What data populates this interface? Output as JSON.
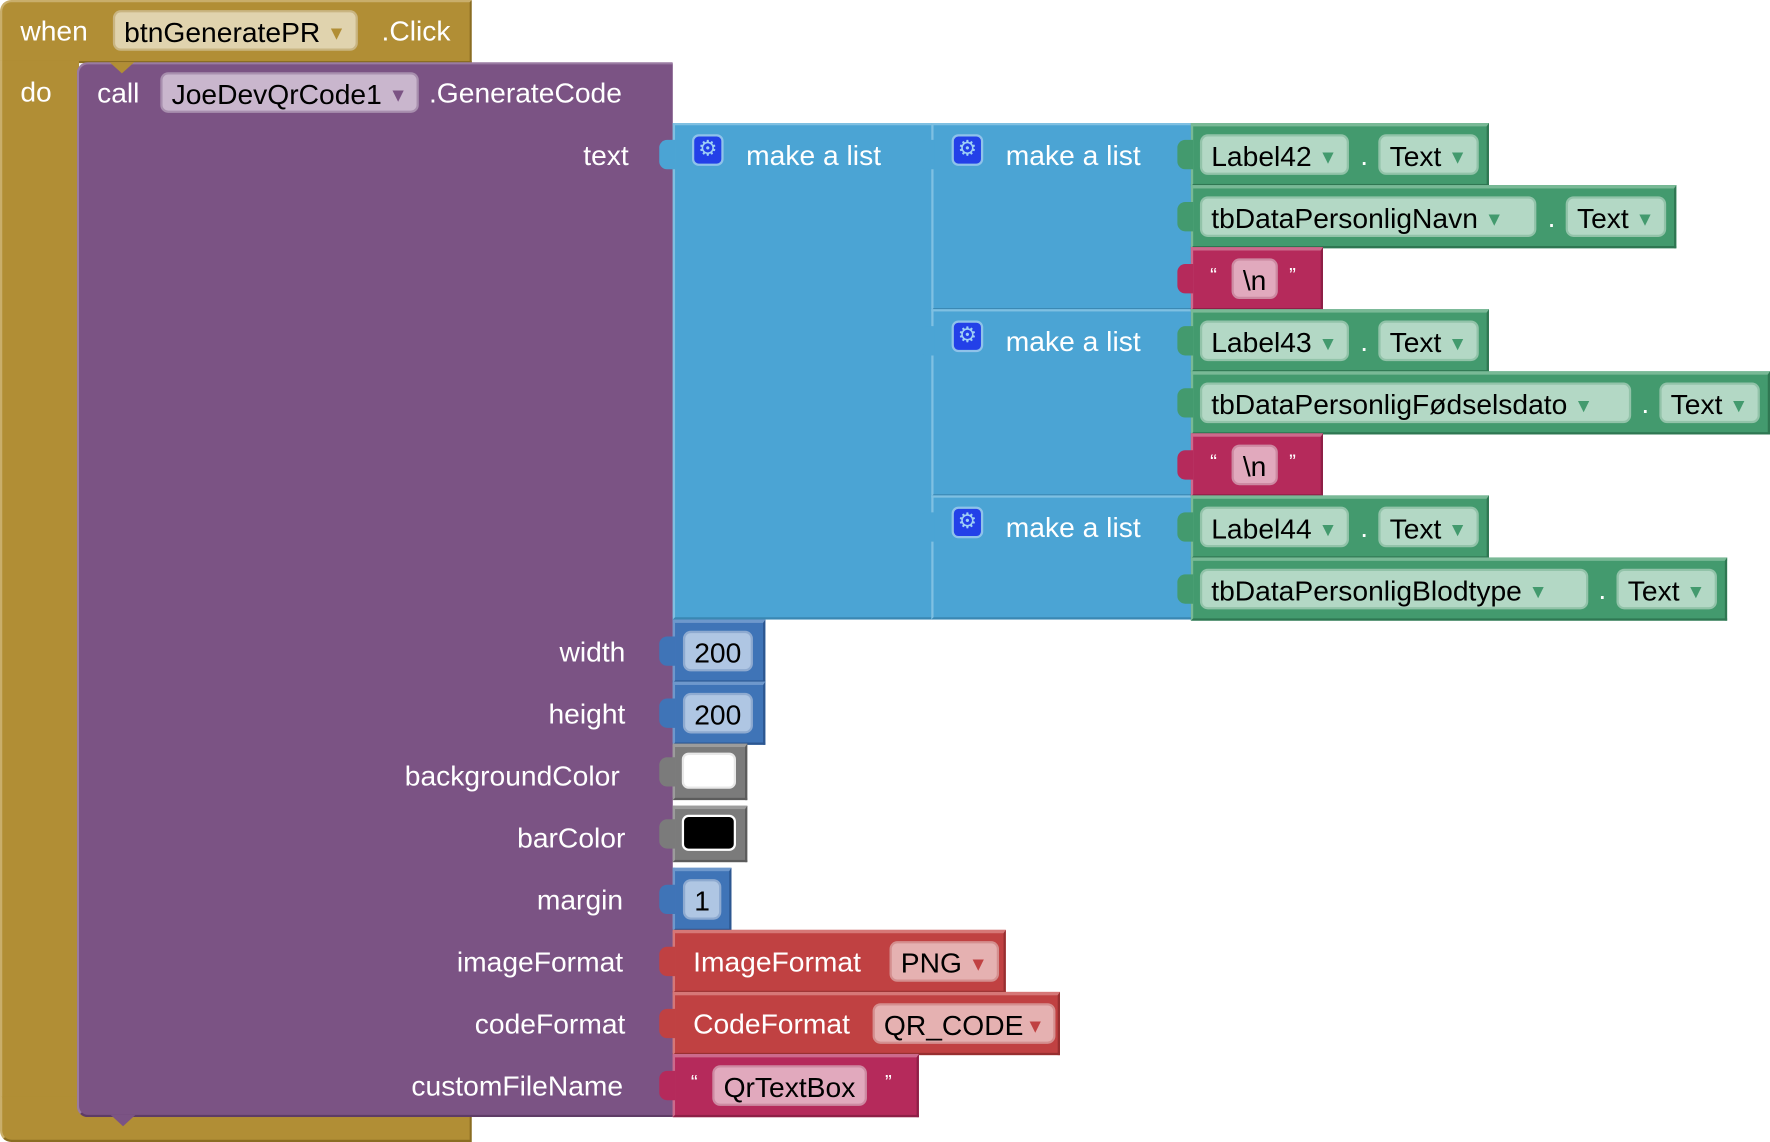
{
  "event_block": {
    "when_label": "when",
    "component": "btnGeneratePR",
    "event": ".Click",
    "do_label": "do"
  },
  "call_block": {
    "call_label": "call",
    "component": "JoeDevQrCode1",
    "method": ".GenerateCode",
    "params": {
      "text": "text",
      "width": "width",
      "height": "height",
      "backgroundColor": "backgroundColor",
      "barColor": "barColor",
      "margin": "margin",
      "imageFormat": "imageFormat",
      "codeFormat": "codeFormat",
      "customFileName": "customFileName"
    }
  },
  "make_list_label": "make a list",
  "lists": [
    {
      "items": [
        {
          "component": "Label42",
          "property": "Text"
        },
        {
          "component": "tbDataPersonligNavn",
          "property": "Text"
        },
        {
          "string": "\\n"
        }
      ]
    },
    {
      "items": [
        {
          "component": "Label43",
          "property": "Text"
        },
        {
          "component": "tbDataPersonligFødselsdato",
          "property": "Text"
        },
        {
          "string": "\\n"
        }
      ]
    },
    {
      "items": [
        {
          "component": "Label44",
          "property": "Text"
        },
        {
          "component": "tbDataPersonligBlodtype",
          "property": "Text"
        }
      ]
    }
  ],
  "dot": ".",
  "values": {
    "width": "200",
    "height": "200",
    "backgroundColor": "#ffffff",
    "barColor": "#000000",
    "margin": "1",
    "imageFormat": {
      "label": "ImageFormat",
      "value": "PNG"
    },
    "codeFormat": {
      "label": "CodeFormat",
      "value": "QR_CODE"
    },
    "customFileName": "QrTextBox"
  },
  "quotes": {
    "open": "“",
    "close": "”"
  },
  "icons": {
    "dropdown": "▼",
    "gear": "⚙"
  },
  "colors": {
    "event": "#b18e35",
    "procedure": "#7b5384",
    "list": "#4ba4d4",
    "component": "#439a6e",
    "text": "#b52a5b",
    "math": "#3f74b7",
    "color": "#7b7b7b",
    "helper": "#c04142"
  }
}
